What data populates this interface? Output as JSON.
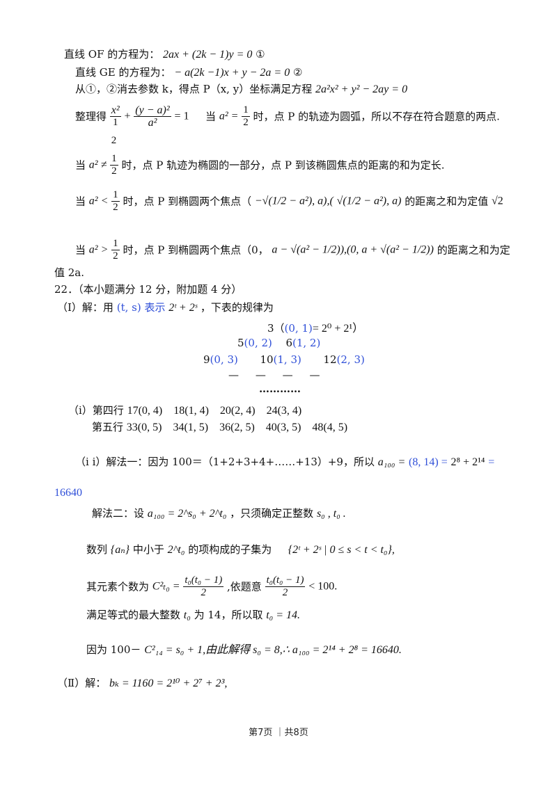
{
  "lines": {
    "l1_text": "直线 OF 的方程为：",
    "l1_math": "2ax + (2k − 1)y = 0",
    "l1_tag": "①",
    "l2_text": "直线 GE 的方程为：",
    "l2_math": "− a(2k −1)x + y − 2a = 0",
    "l2_tag": "②",
    "l3_text": "从①，②消去参数 k，得点 P（x, y）坐标满足方程",
    "l3_math": "2a²x² + y² − 2ay = 0",
    "l4_pre": "整理得",
    "l4_f1_num": "x²",
    "l4_f1_den": "1",
    "l4_f1_den2": "2",
    "l4_plus": "+",
    "l4_f2_num": "(y − a)²",
    "l4_f2_den": "a²",
    "l4_eq1": "= 1",
    "l4_when": "当",
    "l4_cond": "a² =",
    "l4_half_n": "1",
    "l4_half_d": "2",
    "l4_post": "时，点 P 的轨迹为圆弧，所以不存在符合题意的两点.",
    "l5_pre": "当",
    "l5_cond": "a² ≠",
    "l5_half_n": "1",
    "l5_half_d": "2",
    "l5_post": "时，点 P 轨迹为椭圆的一部分，点 P 到该椭圆焦点的距离的和为定长.",
    "l6_pre": "当",
    "l6_cond": "a² <",
    "l6_half_n": "1",
    "l6_half_d": "2",
    "l6_mid": "时，点 P 到椭圆两个焦点（",
    "l6_foci_a": "−√(1/2 − a²), a),(",
    "l6_foci_b": "√(1/2 − a²), a)",
    "l6_post": "的距离之和为定值",
    "l6_val": "√2",
    "l7_pre": "当",
    "l7_cond": "a² >",
    "l7_half_n": "1",
    "l7_half_d": "2",
    "l7_mid": "时，点 P  到椭圆两个焦点（0，",
    "l7_foci": "a − √(a² − 1/2)),(0, a + √(a² − 1/2))",
    "l7_post": "的距离之和为定",
    "l8_text": "值 2a.",
    "q22": "22．（本小题满分 12 分，附加题 4 分）",
    "p1_pre": "（Ⅰ）解：用",
    "p1_blue": "(t, s) 表示",
    "p1_math": "2ᵗ + 2ˢ",
    "p1_post": "，下表的规律为",
    "row1_a": "3（",
    "row1_b": "(0, 1)",
    "row1_c": "= 2⁰ + 2¹）",
    "row2_v1": "5",
    "row2_p1": "(0, 2)",
    "row2_v2": "6",
    "row2_p2": "(1, 2)",
    "row3_v1": "9",
    "row3_p1": "(0, 3)",
    "row3_v2": "10",
    "row3_p2": "(1, 3)",
    "row3_v3": "12",
    "row3_p3": "(2, 3)",
    "dashes": "—     —     —     —",
    "dots": "…………",
    "r4_label": "（i）第四行",
    "r4": "17(0, 4)    18(1, 4)    20(2, 4)    24(3, 4)",
    "r5_label": "第五行",
    "r5": "33(0, 5)    34(1, 5)    36(2, 5)    40(3, 5)    48(4, 5)",
    "ii_text": "（i i）解法一：因为 100＝（1+2+3+4+……+13）+9，所以",
    "ii_math": "a₁₀₀ =",
    "ii_blue": "(8, 14) =",
    "ii_math2": "2⁸ + 2¹⁴",
    "ii_eq": "=",
    "ii_result": "16640",
    "s2_text": "解法二：设",
    "s2_math": "a₁₀₀ = 2^s₀ + 2^t₀",
    "s2_post": "，只须确定正整数",
    "s2_math2": "s₀ , t₀ .",
    "seq_pre": "数列",
    "seq_set": "{aₙ}",
    "seq_mid": "中小于",
    "seq_pow": "2^t₀",
    "seq_post": "的项构成的子集为",
    "seq_math": "{2ᵗ + 2ˢ | 0 ≤ s < t < t₀},",
    "cnt_pre": "其元素个数为",
    "cnt_math": "C²ₜ₀ =",
    "cnt_frac_n": "t₀(t₀ − 1)",
    "cnt_frac_d": "2",
    "cnt_mid": ",依题意",
    "cnt_frac2_n": "t₀(t₀ − 1)",
    "cnt_frac2_d": "2",
    "cnt_post": "< 100.",
    "max_pre": "满足等式的最大整数",
    "max_var": "t₀",
    "max_mid": "为 14，所以取",
    "max_math": "t₀ = 14.",
    "sol_pre": "因为 100－",
    "sol_math": "C²₁₄ = s₀ + 1,由此解得 s₀ = 8,∴ a₁₀₀ = 2¹⁴ + 2⁸ = 16640.",
    "p2_pre": "（Ⅱ）解：",
    "p2_math": "bₖ = 1160 = 2¹⁰ + 2⁷ + 2³,"
  },
  "footer": "第7页 ｜共8页"
}
